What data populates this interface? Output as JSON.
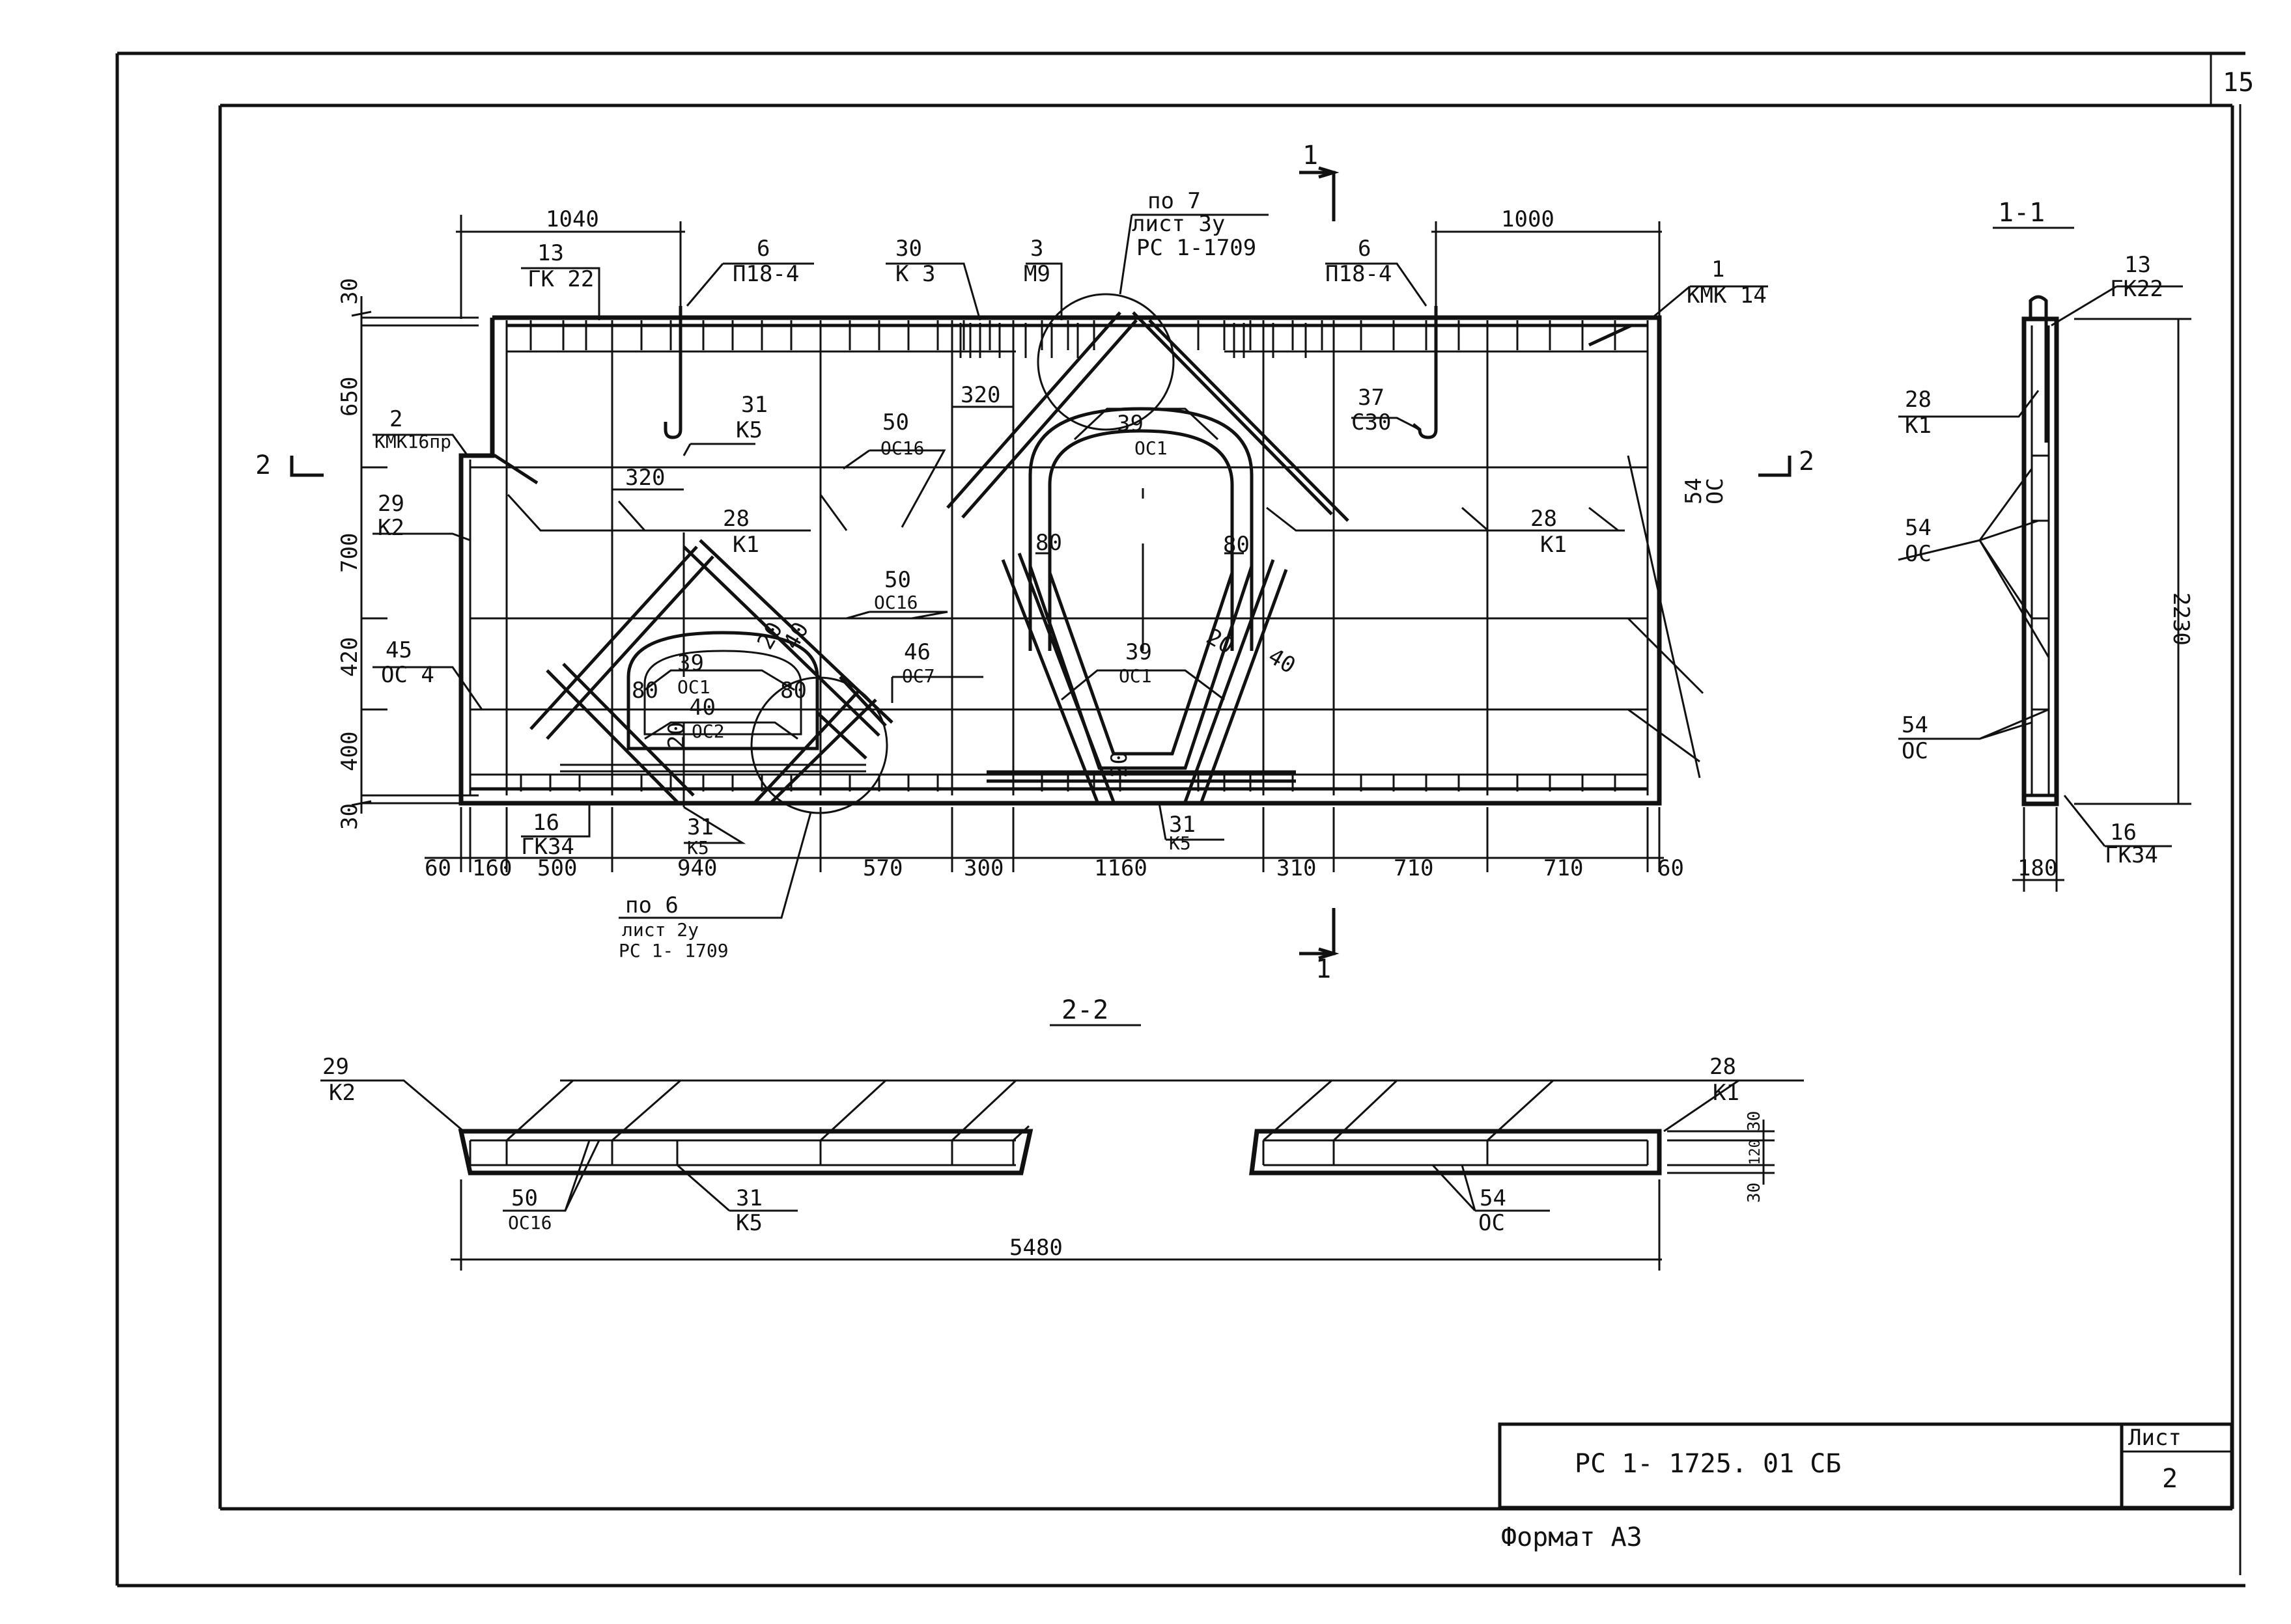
{
  "sheet": {
    "page_number": "15",
    "doc_code": "РС 1- 1725. 01 СБ",
    "sheet_label": "Лист",
    "sheet_number": "2",
    "format": "Формат А3"
  },
  "section_marks": {
    "s1_top": "1",
    "s1_bottom": "1",
    "s2_left": "2",
    "s2_right": "2",
    "view_1_1": "1-1",
    "view_2_2": "2-2"
  },
  "refs": {
    "pos7": [
      "по 7",
      "лист 3у",
      "РС 1-1709"
    ],
    "pos6": [
      "по 6",
      "лист 2у",
      "РС 1- 1709"
    ]
  },
  "leaders": [
    {
      "id": "13-gk22",
      "num": "13",
      "mark": "ГК 22"
    },
    {
      "id": "6-p18-4-a",
      "num": "6",
      "mark": "П18-4"
    },
    {
      "id": "30-k3",
      "num": "30",
      "mark": "К 3"
    },
    {
      "id": "3-m9",
      "num": "3",
      "mark": "М9"
    },
    {
      "id": "6-p18-4-b",
      "num": "6",
      "mark": "П18-4"
    },
    {
      "id": "1-kmk14",
      "num": "1",
      "mark": "КМК 14"
    },
    {
      "id": "2-kmk16",
      "num": "2",
      "mark": "КМК16пр"
    },
    {
      "id": "31-k5-a",
      "num": "31",
      "mark": "К5"
    },
    {
      "id": "50-os16-a",
      "num": "50",
      "mark": "ОС16"
    },
    {
      "id": "37-s30",
      "num": "37",
      "mark": "С30"
    },
    {
      "id": "29-k2",
      "num": "29",
      "mark": "К2"
    },
    {
      "id": "28-k1-a",
      "num": "28",
      "mark": "К1"
    },
    {
      "id": "28-k1-b",
      "num": "28",
      "mark": "К1"
    },
    {
      "id": "39-os1-a",
      "num": "39",
      "mark": "ОС1"
    },
    {
      "id": "50-os16-b",
      "num": "50",
      "mark": "ОС16"
    },
    {
      "id": "45-os4",
      "num": "45",
      "mark": "ОС 4"
    },
    {
      "id": "39-os1-b",
      "num": "39",
      "mark": "ОС1"
    },
    {
      "id": "40-os2",
      "num": "40",
      "mark": "ОС2"
    },
    {
      "id": "46-os7",
      "num": "46",
      "mark": "ОС7"
    },
    {
      "id": "39-os1-c",
      "num": "39",
      "mark": "ОС1"
    },
    {
      "id": "54-os-a",
      "num": "54",
      "mark": "ОС"
    },
    {
      "id": "16-gk34",
      "num": "16",
      "mark": "ГК34"
    },
    {
      "id": "31-k5-b",
      "num": "31",
      "mark": "К5"
    },
    {
      "id": "31-k5-c",
      "num": "31",
      "mark": "К5"
    },
    {
      "id": "s11-13-gk22",
      "num": "13",
      "mark": "ГК22"
    },
    {
      "id": "s11-28-k1",
      "num": "28",
      "mark": "К1"
    },
    {
      "id": "s11-54-os-a",
      "num": "54",
      "mark": "ОС"
    },
    {
      "id": "s11-54-os-b",
      "num": "54",
      "mark": "ОС"
    },
    {
      "id": "s11-16-gk34",
      "num": "16",
      "mark": "ГК34"
    },
    {
      "id": "s22-29-k2",
      "num": "29",
      "mark": "К2"
    },
    {
      "id": "s22-28-k1",
      "num": "28",
      "mark": "К1"
    },
    {
      "id": "s22-50-os16",
      "num": "50",
      "mark": "ОС16"
    },
    {
      "id": "s22-31-k5",
      "num": "31",
      "mark": "К5"
    },
    {
      "id": "s22-54-os",
      "num": "54",
      "mark": "ОС"
    }
  ],
  "dims": {
    "top_left": "1040",
    "top_right": "1000",
    "bottom": [
      "60",
      "160",
      "500",
      "940",
      "570",
      "300",
      "1160",
      "310",
      "710",
      "710",
      "60"
    ],
    "left": [
      "30",
      "650",
      "700",
      "420",
      "400",
      "30"
    ],
    "inner": {
      "d320a": "320",
      "d320b": "320",
      "d80a": "80",
      "d80b": "80",
      "d80c": "80",
      "d80d": "80",
      "d20a": "20",
      "d40a": "40",
      "d20b": "20",
      "d40b": "40",
      "d20c": "20",
      "d20d": "20"
    },
    "s11_height": "2230",
    "s11_width": "180",
    "s22_length": "5480",
    "s22_side": [
      "30",
      "120",
      "30"
    ]
  }
}
